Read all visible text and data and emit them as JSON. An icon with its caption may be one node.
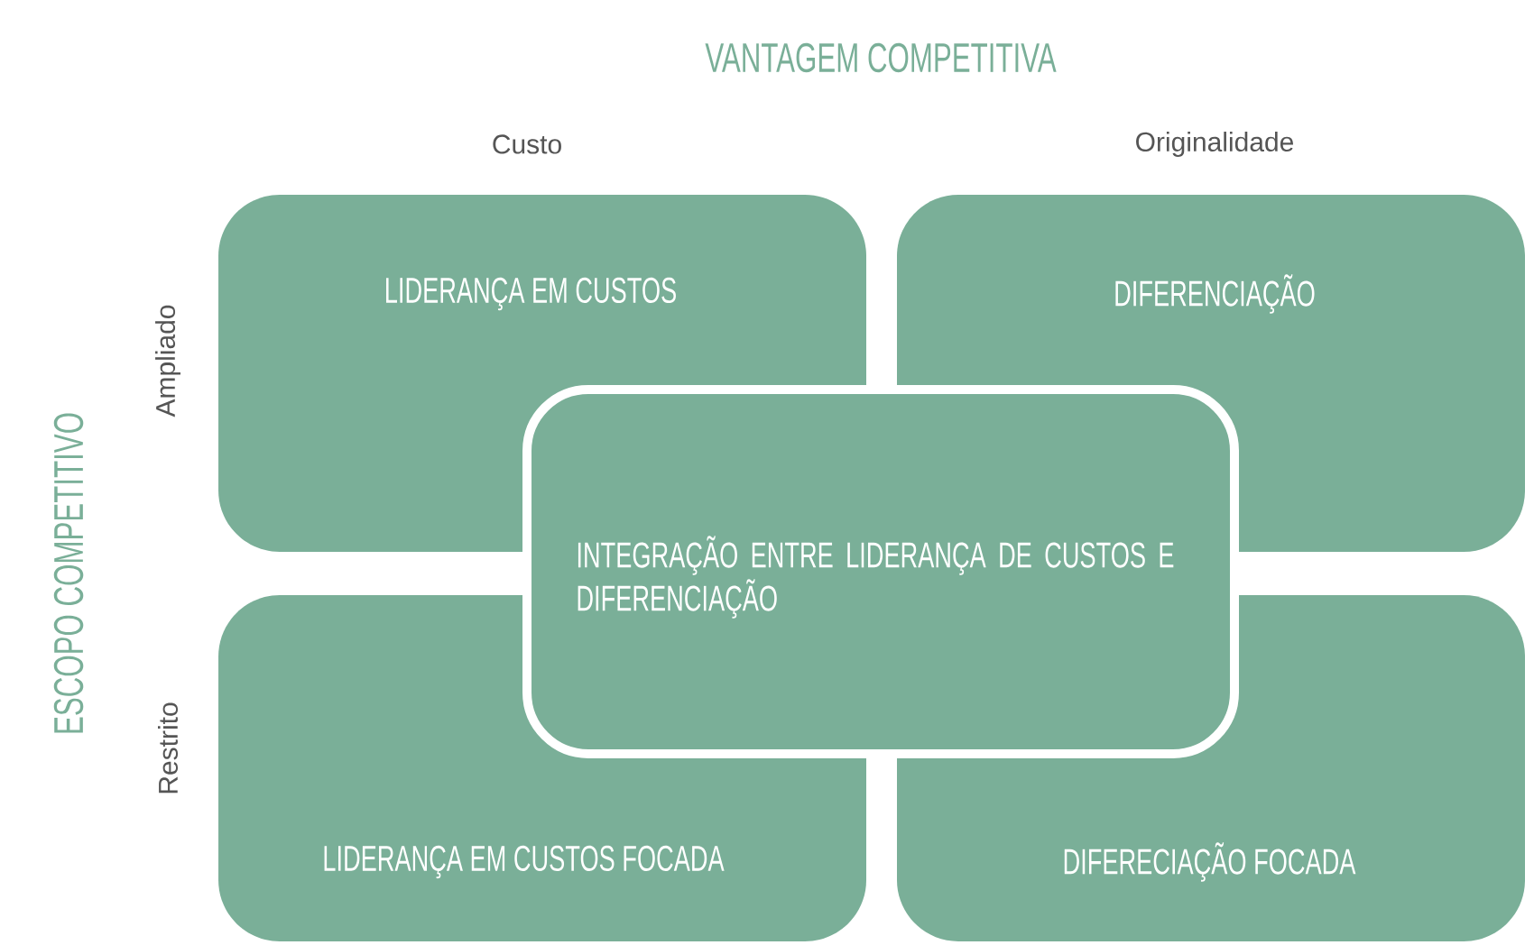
{
  "diagram": {
    "title": "VANTAGEM COMPETITIVA",
    "nodes": [
      {
        "text": [
          "LIDERANÇA EM CUSTOS"
        ]
      },
      {
        "text": [
          "DIFERENCIAÇÃO"
        ]
      },
      {
        "text": [
          "INTEGRAÇÃO ENTRE LIDERANÇA DE CUSTOS E DIFERENCIAÇÃO"
        ]
      },
      {
        "text": [
          "LIDERANÇA EM CUSTOS FOCADA"
        ]
      },
      {
        "text": [
          "DIFERECIAÇÃO FOCADA"
        ]
      }
    ],
    "labels": [
      "Custo",
      "Originalidade",
      "ESCOPO COMPETITIVO",
      "Ampliado",
      "Restrito"
    ]
  }
}
